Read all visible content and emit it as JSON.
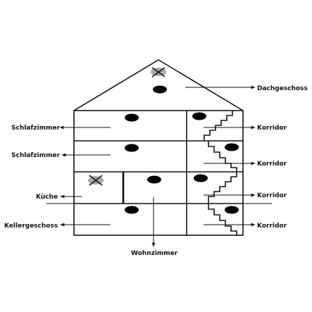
{
  "labels": {
    "dachgeschoss": "Dachgeschoss",
    "schlafzimmer_1": "Schlafzimmer",
    "schlafzimmer_2": "Schlafzimmer",
    "kueche": "Küche",
    "kellergeschoss": "Kellergeschoss",
    "wohnzimmer": "Wohnzimmer",
    "korridor_1": "Korridor",
    "korridor_2": "Korridor",
    "korridor_3": "Korridor",
    "korridor_4": "Korridor"
  },
  "icons": {
    "detector": "black-oval-smoke-detector-icon",
    "crossed_detector": "crossed-out-detector-icon"
  },
  "colors": {
    "lines": "#111111",
    "detector": "#000000",
    "crossed_fill": "#a9a9a9"
  }
}
